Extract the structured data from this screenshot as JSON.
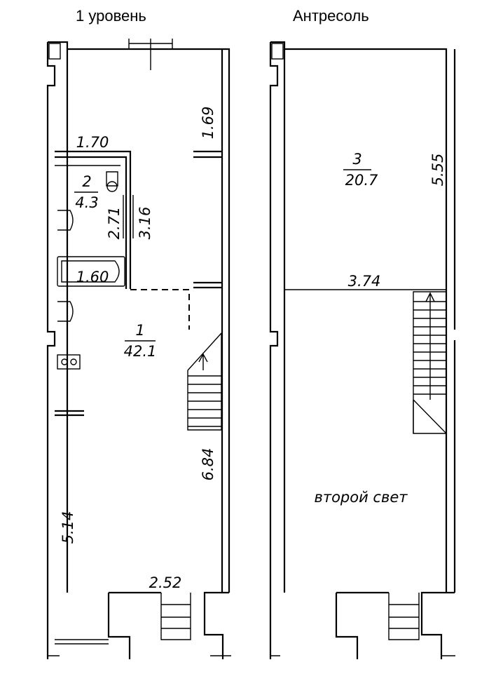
{
  "plans": {
    "level1": {
      "title": "1 уровень",
      "rooms": [
        {
          "number": "1",
          "area": "42.1"
        },
        {
          "number": "2",
          "area": "4.3"
        }
      ],
      "dimensions": [
        "1.70",
        "1.69",
        "2.71",
        "3.16",
        "1.60",
        "6.84",
        "5.14",
        "2.52"
      ]
    },
    "mezzanine": {
      "title": "Антресоль",
      "rooms": [
        {
          "number": "3",
          "area": "20.7"
        }
      ],
      "dimensions": [
        "5.55",
        "3.74"
      ],
      "note": "второй свет"
    }
  }
}
